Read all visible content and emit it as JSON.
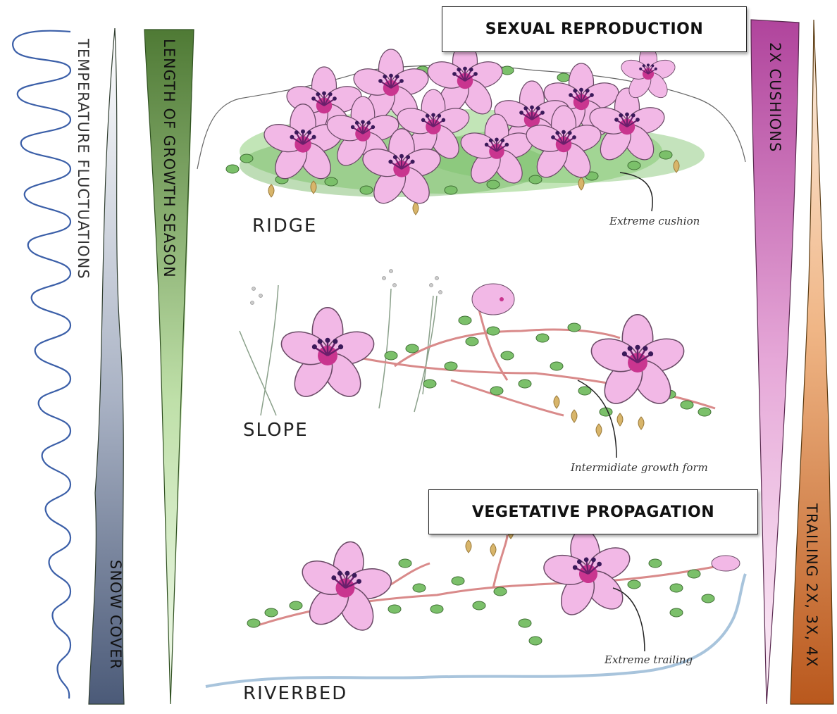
{
  "gradients": {
    "temperature": "TEMPERATURE FLUCTUATIONS",
    "growth_season": "LENGTH OF GROWTH SEASON",
    "snow_cover": "SNOW COVER",
    "cushions": "2X CUSHIONS",
    "trailing": "TRAILING 2X, 3X, 4X"
  },
  "headings": {
    "sexual": "SEXUAL REPRODUCTION",
    "vegetative": "VEGETATIVE PROPAGATION"
  },
  "habitats": {
    "ridge": "RIDGE",
    "slope": "SLOPE",
    "riverbed": "RIVERBED"
  },
  "annotations": {
    "ridge": "Extreme cushion",
    "slope": "Intermidiate growth form",
    "riverbed": "Extreme trailing"
  },
  "colors": {
    "temperature_line": "#3b5fa8",
    "snow_top": "#ffffff",
    "snow_bottom": "#4b5a78",
    "growth_top": "#4f7a35",
    "growth_bottom": "#e6f4dd",
    "cushion_top": "#b0449c",
    "cushion_bottom": "#fbe8f5",
    "trailing_top": "#fbe3d0",
    "trailing_bottom": "#b9581d",
    "petal": "#f2b8e6",
    "leaf": "#7bc06a",
    "stem": "#d98a8a",
    "dry_leaf": "#d8b56a",
    "river": "#a8c4dc"
  },
  "icons": [
    "pink-flower-icon",
    "green-leaf-icon",
    "grass-blade-icon"
  ]
}
